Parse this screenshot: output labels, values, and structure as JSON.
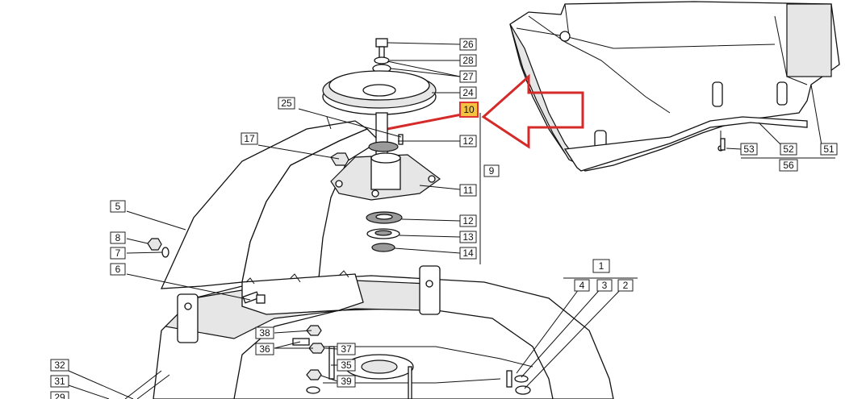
{
  "callouts": {
    "c26": "26",
    "c28": "28",
    "c27": "27",
    "c24": "24",
    "c10": "10",
    "c25": "25",
    "c12a": "12",
    "c17": "17",
    "c9": "9",
    "c11": "11",
    "c12b": "12",
    "c13": "13",
    "c14": "14",
    "c5": "5",
    "c8": "8",
    "c7": "7",
    "c6": "6",
    "c1": "1",
    "c4": "4",
    "c3": "3",
    "c2": "2",
    "c38": "38",
    "c36": "36",
    "c37": "37",
    "c35": "35",
    "c39": "39",
    "c32": "32",
    "c31": "31",
    "c29": "29",
    "c53": "53",
    "c52": "52",
    "c51": "51",
    "c56": "56"
  },
  "colors": {
    "highlight_fill": "#f5c242",
    "arrow_red": "#d42a2a",
    "line": "#111111"
  }
}
